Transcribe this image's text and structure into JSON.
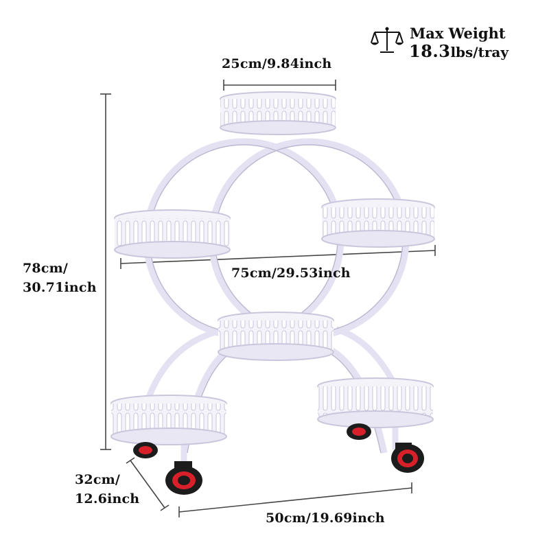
{
  "max_weight": {
    "title": "Max Weight",
    "value": "18.3",
    "unit": "lbs/tray",
    "icon": "balance-scale-icon"
  },
  "dimensions": {
    "tray_diameter": "25cm/9.84inch",
    "total_width": "75cm/29.53inch",
    "height_line1": "78cm/",
    "height_line2": "30.71inch",
    "depth_line1": "32cm/",
    "depth_line2": "12.6inch",
    "base_width": "50cm/19.69inch"
  },
  "colors": {
    "frame": "#e4e2f2",
    "frame_shadow": "#b9b6d0",
    "wheel": "#1c1c1c",
    "wheel_accent": "#d8202a",
    "dimension_line": "#444444"
  }
}
